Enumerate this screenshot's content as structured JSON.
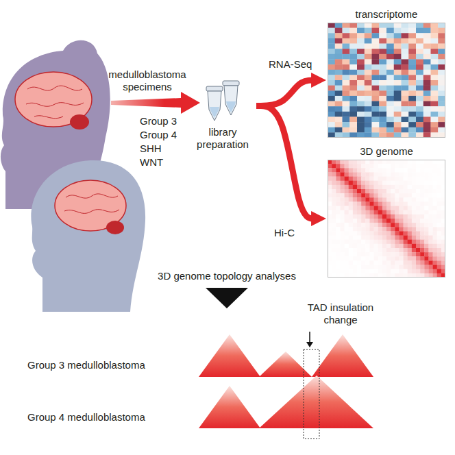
{
  "diagram": {
    "nodes": [
      {
        "text": [
          "library preparation"
        ]
      },
      {
        "text": [
          "transcriptome"
        ]
      },
      {
        "text": [
          "3D genome"
        ]
      }
    ],
    "edges": [
      {
        "from": 0,
        "to": 1,
        "arrow": "to",
        "label": "RNA-Seq"
      },
      {
        "from": 0,
        "to": 2,
        "arrow": "to",
        "label": "Hi-C"
      }
    ],
    "labels": [
      "medulloblastoma specimens",
      "Group 3",
      "Group 4",
      "SHH",
      "WNT",
      "3D genome topology analyses",
      "TAD insulation change",
      "Group 3 medulloblastoma",
      "Group 4 medulloblastoma"
    ]
  }
}
